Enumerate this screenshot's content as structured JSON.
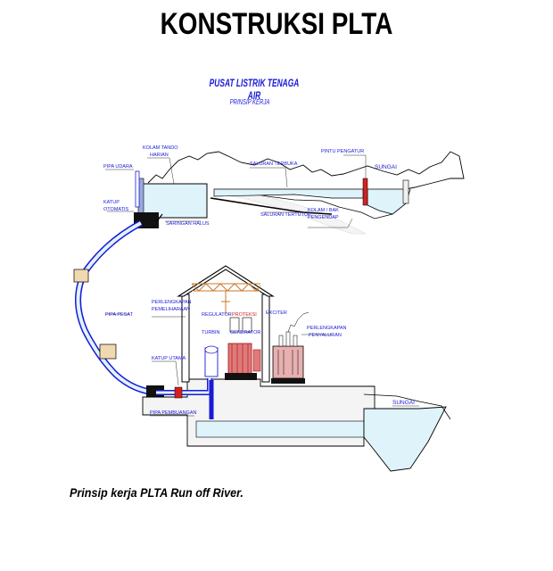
{
  "title": "KONSTRUKSI PLTA",
  "subtitle": "PUSAT LISTRIK TENAGA AIR",
  "subtitle2": "PRINSIP KERJA",
  "caption": "Prinsip kerja PLTA Run off River.",
  "labels": {
    "pintu_pengatur": "PINTU PENGATUR",
    "sungai_top": "SUNGAI",
    "saluran_terbuka": "SALURAN TERBUKA",
    "kolam_tando_1": "KOLAM TANDO",
    "kolam_tando_2": "HARIAN",
    "pipa_udara": "PIPA UDARA",
    "katup_otomatis_1": "KATUP",
    "katup_otomatis_2": "OTOMATIS",
    "saringan_halus": "SARINGAN HALUS",
    "saluran_tertutup": "SALURAN TERTUTUP",
    "kolam_bak_1": "KOLAM / BAK",
    "kolam_bak_2": "PENGENDAP",
    "perlengkapan_pemeliharaan_1": "PERLENGKAPAN",
    "perlengkapan_pemeliharaan_2": "PEMELIHARAAN",
    "regulator": "REGULATOR",
    "proteksi": "PROTEKSI",
    "exciter": "EXCITER",
    "turbin": "TURBIN",
    "generator": "GENERATOR",
    "perlengkapan_penyaluran_1": "PERLENGKAPAN",
    "perlengkapan_penyaluran_2": "PENYALURAN",
    "pipa_pesat": "PIPA PESAT",
    "katup_utama": "KATUP UTAMA",
    "pipa_pembuangan": "PIPA PEMBUANGAN",
    "sungai_bottom": "SUNGAI"
  },
  "colors": {
    "water": "#dff3fb",
    "label": "#1a1ad6",
    "label_red": "#d62020",
    "pipe": "#1a1ad6",
    "crane": "#c87a2a",
    "gate": "#d62020"
  }
}
